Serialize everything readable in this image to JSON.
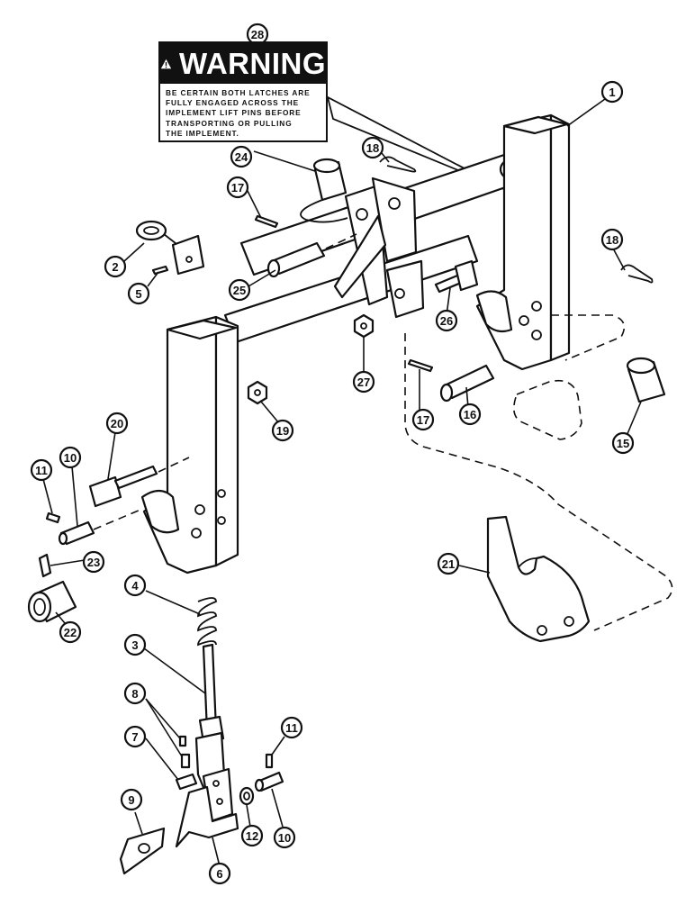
{
  "warning_decal": {
    "title": "WARNING",
    "lines": [
      "BE CERTAIN BOTH LATCHES ARE",
      "FULLY ENGAGED ACROSS THE",
      "IMPLEMENT LIFT PINS BEFORE",
      "TRANSPORTING OR PULLING",
      "THE IMPLEMENT."
    ],
    "icon": "warning-triangle-icon"
  },
  "callouts": [
    {
      "id": "c1",
      "label": "1"
    },
    {
      "id": "c2",
      "label": "2"
    },
    {
      "id": "c3",
      "label": "3"
    },
    {
      "id": "c4",
      "label": "4"
    },
    {
      "id": "c5",
      "label": "5"
    },
    {
      "id": "c6",
      "label": "6"
    },
    {
      "id": "c7",
      "label": "7"
    },
    {
      "id": "c8",
      "label": "8"
    },
    {
      "id": "c9",
      "label": "9"
    },
    {
      "id": "c10a",
      "label": "10"
    },
    {
      "id": "c10b",
      "label": "10"
    },
    {
      "id": "c11a",
      "label": "11"
    },
    {
      "id": "c11b",
      "label": "11"
    },
    {
      "id": "c12",
      "label": "12"
    },
    {
      "id": "c15",
      "label": "15"
    },
    {
      "id": "c16",
      "label": "16"
    },
    {
      "id": "c17a",
      "label": "17"
    },
    {
      "id": "c17b",
      "label": "17"
    },
    {
      "id": "c18a",
      "label": "18"
    },
    {
      "id": "c18b",
      "label": "18"
    },
    {
      "id": "c19",
      "label": "19"
    },
    {
      "id": "c20",
      "label": "20"
    },
    {
      "id": "c21",
      "label": "21"
    },
    {
      "id": "c22",
      "label": "22"
    },
    {
      "id": "c23",
      "label": "23"
    },
    {
      "id": "c24",
      "label": "24"
    },
    {
      "id": "c25",
      "label": "25"
    },
    {
      "id": "c26",
      "label": "26"
    },
    {
      "id": "c27",
      "label": "27"
    },
    {
      "id": "c28",
      "label": "28"
    }
  ]
}
